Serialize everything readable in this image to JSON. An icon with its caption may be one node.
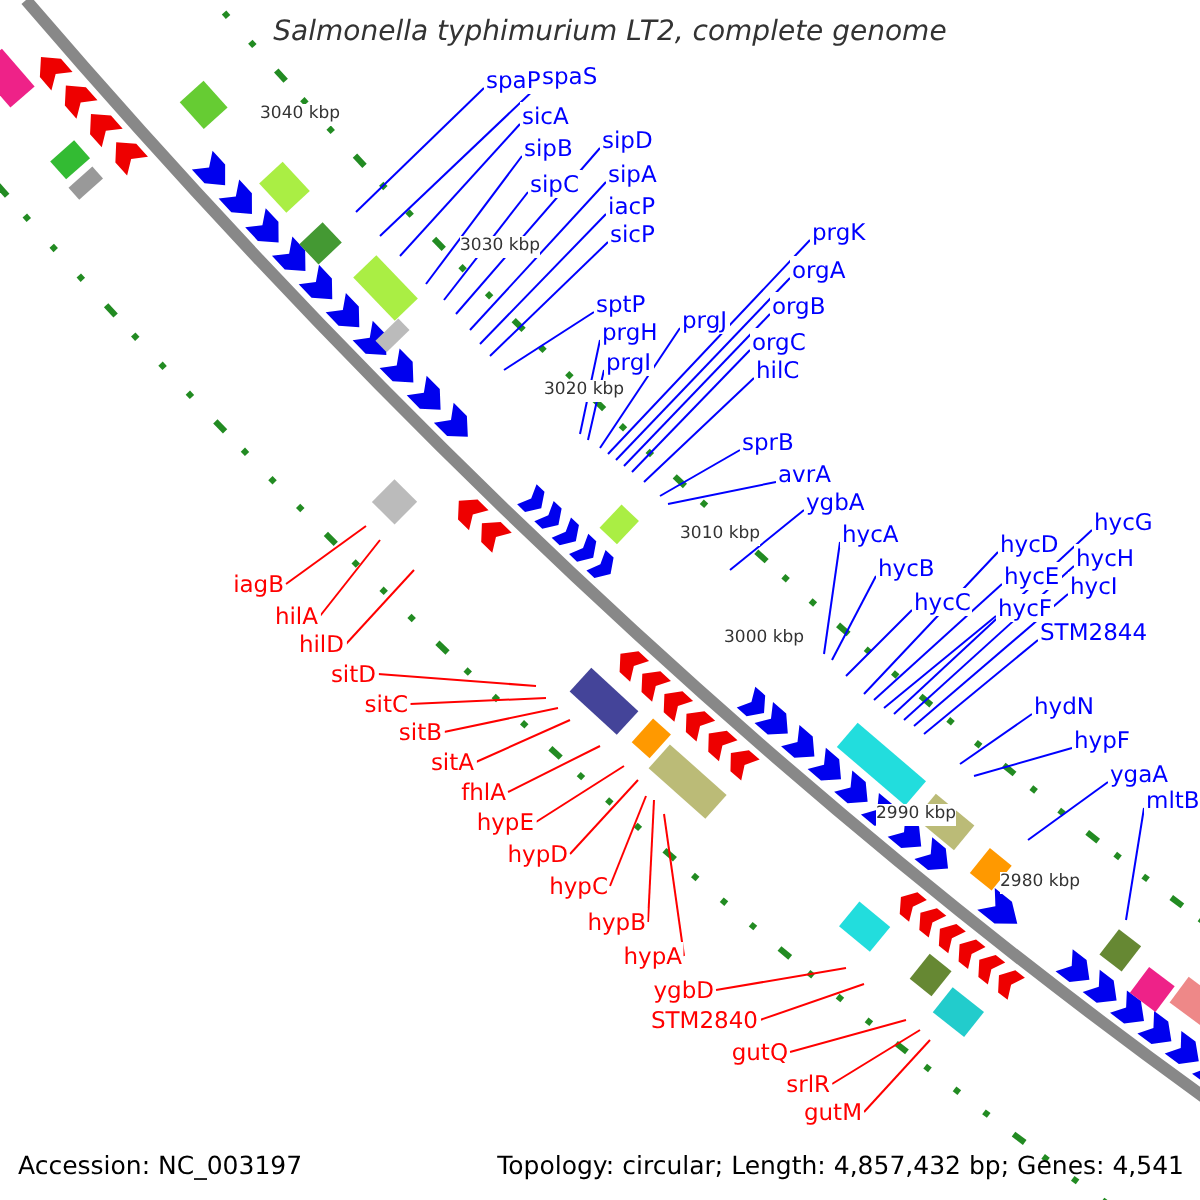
{
  "diagram": {
    "title": "Salmonella typhimurium LT2, complete genome",
    "nodes": [
      {
        "text": [
          "spaP"
        ]
      },
      {
        "text": [
          "spaS"
        ]
      },
      {
        "text": [
          "sicA"
        ]
      },
      {
        "text": [
          "sipB"
        ]
      },
      {
        "text": [
          "sipC"
        ]
      },
      {
        "text": [
          "sipD"
        ]
      },
      {
        "text": [
          "sipA"
        ]
      },
      {
        "text": [
          "iacP"
        ]
      },
      {
        "text": [
          "sicP"
        ]
      },
      {
        "text": [
          "sptP"
        ]
      },
      {
        "text": [
          "prgH"
        ]
      },
      {
        "text": [
          "prgJ"
        ]
      },
      {
        "text": [
          "prgI"
        ]
      },
      {
        "text": [
          "prgK"
        ]
      },
      {
        "text": [
          "orgA"
        ]
      },
      {
        "text": [
          "orgB"
        ]
      },
      {
        "text": [
          "orgC"
        ]
      },
      {
        "text": [
          "hilC"
        ]
      },
      {
        "text": [
          "sprB"
        ]
      },
      {
        "text": [
          "avrA"
        ]
      },
      {
        "text": [
          "ygbA"
        ]
      },
      {
        "text": [
          "hycA"
        ]
      },
      {
        "text": [
          "hycB"
        ]
      },
      {
        "text": [
          "hycC"
        ]
      },
      {
        "text": [
          "hycD"
        ]
      },
      {
        "text": [
          "hycE"
        ]
      },
      {
        "text": [
          "hycF"
        ]
      },
      {
        "text": [
          "hycG"
        ]
      },
      {
        "text": [
          "hycH"
        ]
      },
      {
        "text": [
          "hycI"
        ]
      },
      {
        "text": [
          "STM2844"
        ]
      },
      {
        "text": [
          "hydN"
        ]
      },
      {
        "text": [
          "hypF"
        ]
      },
      {
        "text": [
          "ygaA"
        ]
      },
      {
        "text": [
          "mltB"
        ]
      },
      {
        "text": [
          "iagB"
        ]
      },
      {
        "text": [
          "hilA"
        ]
      },
      {
        "text": [
          "hilD"
        ]
      },
      {
        "text": [
          "sitD"
        ]
      },
      {
        "text": [
          "sitC"
        ]
      },
      {
        "text": [
          "sitB"
        ]
      },
      {
        "text": [
          "sitA"
        ]
      },
      {
        "text": [
          "fhlA"
        ]
      },
      {
        "text": [
          "hypE"
        ]
      },
      {
        "text": [
          "hypD"
        ]
      },
      {
        "text": [
          "hypC"
        ]
      },
      {
        "text": [
          "hypB"
        ]
      },
      {
        "text": [
          "hypA"
        ]
      },
      {
        "text": [
          "ygbD"
        ]
      },
      {
        "text": [
          "STM2840"
        ]
      },
      {
        "text": [
          "gutQ"
        ]
      },
      {
        "text": [
          "srlR"
        ]
      },
      {
        "text": [
          "gutM"
        ]
      }
    ],
    "edges": [
      {
        "from": 0,
        "to": null,
        "arrow": "none"
      },
      {
        "from": 1,
        "to": null,
        "arrow": "none"
      },
      {
        "from": 2,
        "to": null,
        "arrow": "none"
      },
      {
        "from": 3,
        "to": null,
        "arrow": "none"
      },
      {
        "from": 4,
        "to": null,
        "arrow": "none"
      },
      {
        "from": 5,
        "to": null,
        "arrow": "none"
      },
      {
        "from": 6,
        "to": null,
        "arrow": "none"
      },
      {
        "from": 7,
        "to": null,
        "arrow": "none"
      },
      {
        "from": 8,
        "to": null,
        "arrow": "none"
      },
      {
        "from": 9,
        "to": null,
        "arrow": "none"
      },
      {
        "from": 10,
        "to": null,
        "arrow": "none"
      },
      {
        "from": 11,
        "to": null,
        "arrow": "none"
      },
      {
        "from": 12,
        "to": null,
        "arrow": "none"
      },
      {
        "from": 13,
        "to": null,
        "arrow": "none"
      },
      {
        "from": 14,
        "to": null,
        "arrow": "none"
      },
      {
        "from": 15,
        "to": null,
        "arrow": "none"
      },
      {
        "from": 16,
        "to": null,
        "arrow": "none"
      },
      {
        "from": 17,
        "to": null,
        "arrow": "none"
      },
      {
        "from": 18,
        "to": null,
        "arrow": "none"
      },
      {
        "from": 19,
        "to": null,
        "arrow": "none"
      },
      {
        "from": 20,
        "to": null,
        "arrow": "none"
      },
      {
        "from": 21,
        "to": null,
        "arrow": "none"
      },
      {
        "from": 22,
        "to": null,
        "arrow": "none"
      },
      {
        "from": 23,
        "to": null,
        "arrow": "none"
      },
      {
        "from": 24,
        "to": null,
        "arrow": "none"
      },
      {
        "from": 25,
        "to": null,
        "arrow": "none"
      },
      {
        "from": 26,
        "to": null,
        "arrow": "none"
      },
      {
        "from": 27,
        "to": null,
        "arrow": "none"
      },
      {
        "from": 28,
        "to": null,
        "arrow": "none"
      },
      {
        "from": 29,
        "to": null,
        "arrow": "none"
      },
      {
        "from": 30,
        "to": null,
        "arrow": "none"
      },
      {
        "from": 31,
        "to": null,
        "arrow": "none"
      },
      {
        "from": 32,
        "to": null,
        "arrow": "none"
      },
      {
        "from": 33,
        "to": null,
        "arrow": "none"
      },
      {
        "from": 34,
        "to": null,
        "arrow": "none"
      },
      {
        "from": 35,
        "to": null,
        "arrow": "none",
        "color": "#ff0000"
      },
      {
        "from": 36,
        "to": null,
        "arrow": "none",
        "color": "#ff0000"
      },
      {
        "from": 37,
        "to": null,
        "arrow": "none",
        "color": "#ff0000"
      },
      {
        "from": 38,
        "to": null,
        "arrow": "none",
        "color": "#ff0000"
      },
      {
        "from": 39,
        "to": null,
        "arrow": "none",
        "color": "#ff0000"
      },
      {
        "from": 40,
        "to": null,
        "arrow": "none",
        "color": "#ff0000"
      },
      {
        "from": 41,
        "to": null,
        "arrow": "none",
        "color": "#ff0000"
      },
      {
        "from": 42,
        "to": null,
        "arrow": "none",
        "color": "#ff0000"
      },
      {
        "from": 43,
        "to": null,
        "arrow": "none",
        "color": "#ff0000"
      },
      {
        "from": 44,
        "to": null,
        "arrow": "none",
        "color": "#ff0000"
      },
      {
        "from": 45,
        "to": null,
        "arrow": "none",
        "color": "#ff0000"
      },
      {
        "from": 46,
        "to": null,
        "arrow": "none",
        "color": "#ff0000"
      },
      {
        "from": 47,
        "to": null,
        "arrow": "none",
        "color": "#ff0000"
      },
      {
        "from": 48,
        "to": null,
        "arrow": "none",
        "color": "#ff0000"
      },
      {
        "from": 49,
        "to": null,
        "arrow": "none",
        "color": "#ff0000"
      },
      {
        "from": 50,
        "to": null,
        "arrow": "none",
        "color": "#ff0000"
      },
      {
        "from": 51,
        "to": null,
        "arrow": "none",
        "color": "#ff0000"
      },
      {
        "from": 52,
        "to": null,
        "arrow": "none",
        "color": "#ff0000"
      }
    ],
    "labels": [
      "3040 kbp",
      "3030 kbp",
      "3020 kbp",
      "3010 kbp",
      "3000 kbp",
      "2990 kbp",
      "2980 kbp",
      "Accession: NC_003197",
      "Topology: circular; Length: 4,857,432 bp; Genes: 4,541"
    ]
  }
}
